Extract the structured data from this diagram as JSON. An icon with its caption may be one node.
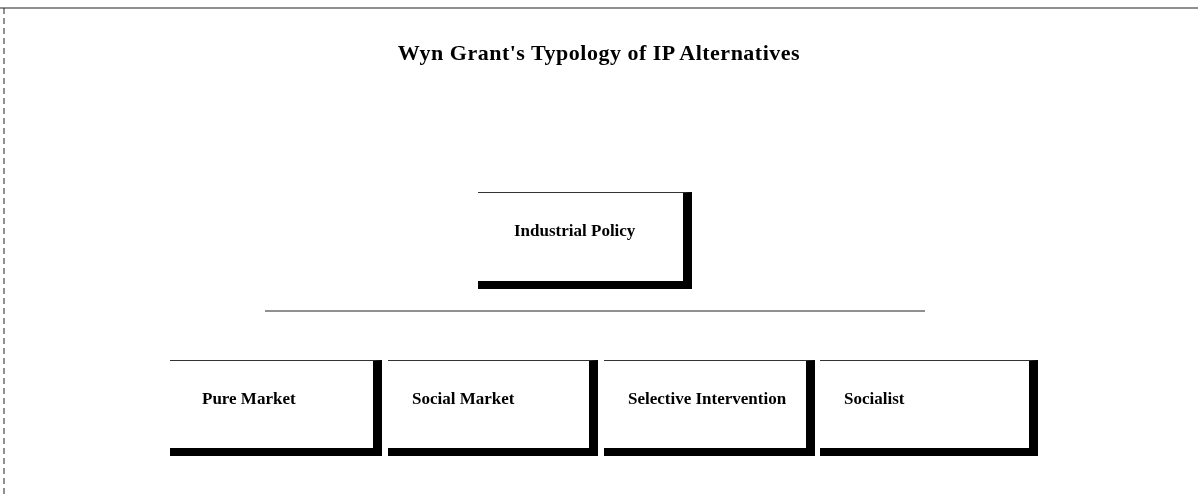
{
  "diagram": {
    "title": "Wyn Grant's Typology of IP Alternatives",
    "nodes": [
      {
        "text": [
          "Industrial Policy"
        ]
      },
      {
        "text": [
          "Pure Market"
        ]
      },
      {
        "text": [
          "Social Market"
        ]
      },
      {
        "text": [
          "Selective Intervention"
        ]
      },
      {
        "text": [
          "Socialist"
        ]
      }
    ]
  }
}
